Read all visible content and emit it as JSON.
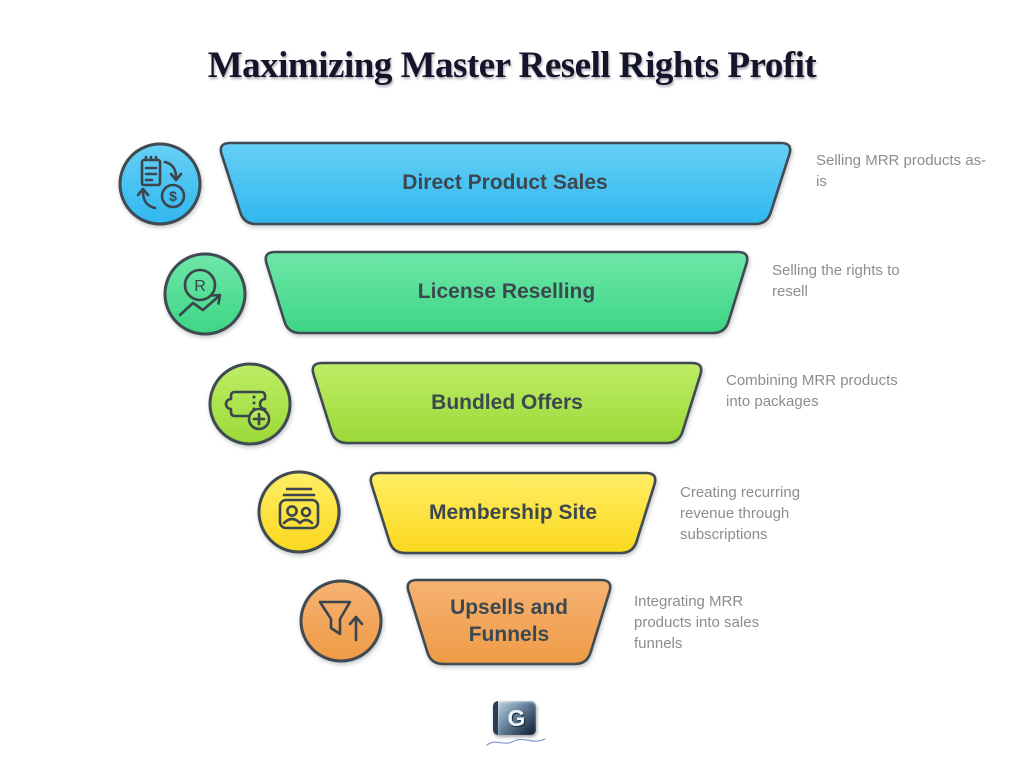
{
  "title": "Maximizing Master Resell Rights Profit",
  "funnel": {
    "outline_color": "#3F4A52",
    "label_color": "#3C4850",
    "description_color": "#8A8D90",
    "stages": [
      {
        "label": "Direct Product Sales",
        "description": "Selling MRR products as-is",
        "icon": "product-money-exchange-icon",
        "color_top": "#67D0F6",
        "color_bottom": "#2FB7EF"
      },
      {
        "label": "License Reselling",
        "description": "Selling the rights to resell",
        "icon": "license-growth-icon",
        "color_top": "#6FE7A8",
        "color_bottom": "#3DD685"
      },
      {
        "label": "Bundled Offers",
        "description": "Combining MRR products into packages",
        "icon": "bundle-ticket-icon",
        "color_top": "#BEED66",
        "color_bottom": "#9BD938"
      },
      {
        "label": "Membership Site",
        "description": "Creating recurring revenue through subscriptions",
        "icon": "membership-card-icon",
        "color_top": "#FFEE66",
        "color_bottom": "#FAD81E"
      },
      {
        "label": "Upsells and Funnels",
        "description": "Integrating MRR products into sales funnels",
        "icon": "funnel-up-icon",
        "color_top": "#F6B273",
        "color_bottom": "#EE9B45"
      }
    ]
  },
  "icon_glyphs": {
    "dollar": "$",
    "registered": "R"
  },
  "footer_logo": {
    "letter": "G"
  }
}
